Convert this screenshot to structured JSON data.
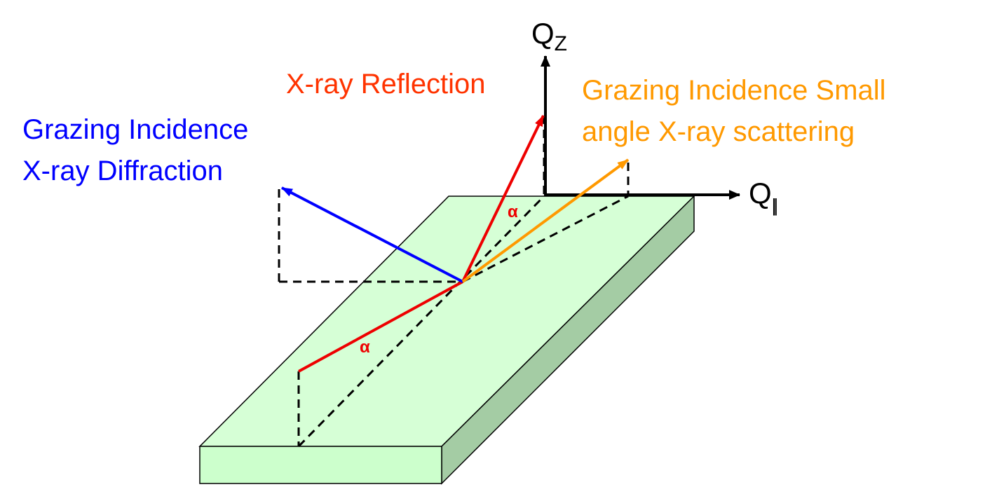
{
  "labels": {
    "gid_line1": "Grazing Incidence",
    "gid_line2": "X-ray Diffraction",
    "xrr": "X-ray Reflection",
    "gisaxs_line1": "Grazing Incidence Small",
    "gisaxs_line2": "angle X-ray scattering",
    "qz_main": "Q",
    "qz_sub": "Z",
    "qpar_main": "Q",
    "qpar_sub": "||",
    "alpha_incident": "α",
    "alpha_reflected": "α"
  },
  "colors": {
    "gid": "#0000FF",
    "xrr": "#FF3300",
    "beam": "#EE0000",
    "gisaxs": "#FF9900",
    "slab_top": "#D6FFD6",
    "slab_side": "#A4CCA4",
    "slab_front": "#CCFFCC",
    "outline": "#000000"
  },
  "icons": {
    "axis_arrowheads": "arrowhead-icon"
  }
}
